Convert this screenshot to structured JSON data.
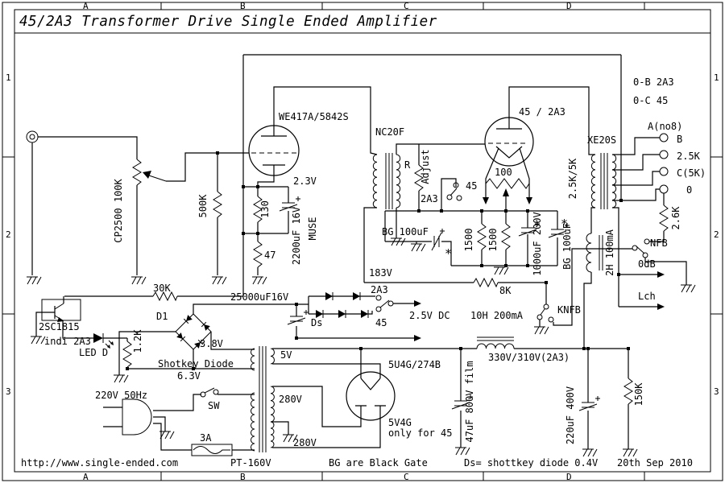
{
  "title": "45/2A3 Transformer Drive Single Ended Amplifier",
  "frame": {
    "cols": [
      "A",
      "B",
      "C",
      "D"
    ],
    "rows": [
      "1",
      "2",
      "3"
    ]
  },
  "footer": {
    "url": "http://www.single-ended.com",
    "pt": "PT-160V",
    "bg_note": "BG are Black Gate",
    "ds_note": "Ds= shottkey diode 0.4V",
    "date": "20th Sep 2010"
  },
  "labels": {
    "we417": "WE417A/5842S",
    "nc20f": "NC20F",
    "r": "R",
    "adjust": "Adjust",
    "v2": "45 / 2A3",
    "hum": "100",
    "imp": "2.5K/5K",
    "xe20s": "XE20S",
    "ob": "0-B 2A3",
    "oc": "0-C 45",
    "ano8": "A(no8)",
    "tb": "B",
    "t25": "2.5K",
    "tc5": "C(5K)",
    "t0": "0",
    "bias": "2.3V",
    "r130": "130",
    "c2200": "2200uF 16V",
    "muse": "MUSE",
    "r47": "47",
    "pot": "CP2500 100K",
    "r500k": "500K",
    "r30k": "30K",
    "bgl": "BG 100uF",
    "star1": "*",
    "star2": "*",
    "r1500a": "1500",
    "r1500b": "1500",
    "c1000": "1000uF 200V",
    "v183": "183V",
    "r8k": "8K",
    "r26k": "2.6K",
    "nfb": "NFB",
    "odb": "0dB",
    "lch": "Lch",
    "ch2h": "2H 100mA",
    "bgr": "BG 100uF",
    "knfb": "KNFB",
    "c25000": "25000uF16V",
    "d1": "D1",
    "v38": "3.8V",
    "dsl": "Ds",
    "ds2a3": "2A3",
    "ds45": "45",
    "v25": "2.5V DC",
    "ch10h": "10H 200mA",
    "q1": "2SC1815",
    "indi": "indi 2A3",
    "led": "LED D",
    "r12k": "1.2K",
    "shot": "Shotkey Diode",
    "v63": "6.3V",
    "mains": "220V 50Hz",
    "sw": "SW",
    "fuse": "3A",
    "w5v": "5V",
    "w280a": "280V",
    "w280b": "280V",
    "v3": "5U4G/274B",
    "v3a": "5V4G",
    "v3b": "only for 45",
    "b330": "330V/310V(2A3)",
    "c47": "47uF 800V film",
    "c220": "220uF 400V",
    "r150k": "150K",
    "sw45": "45",
    "sw2a3": "2A3"
  }
}
